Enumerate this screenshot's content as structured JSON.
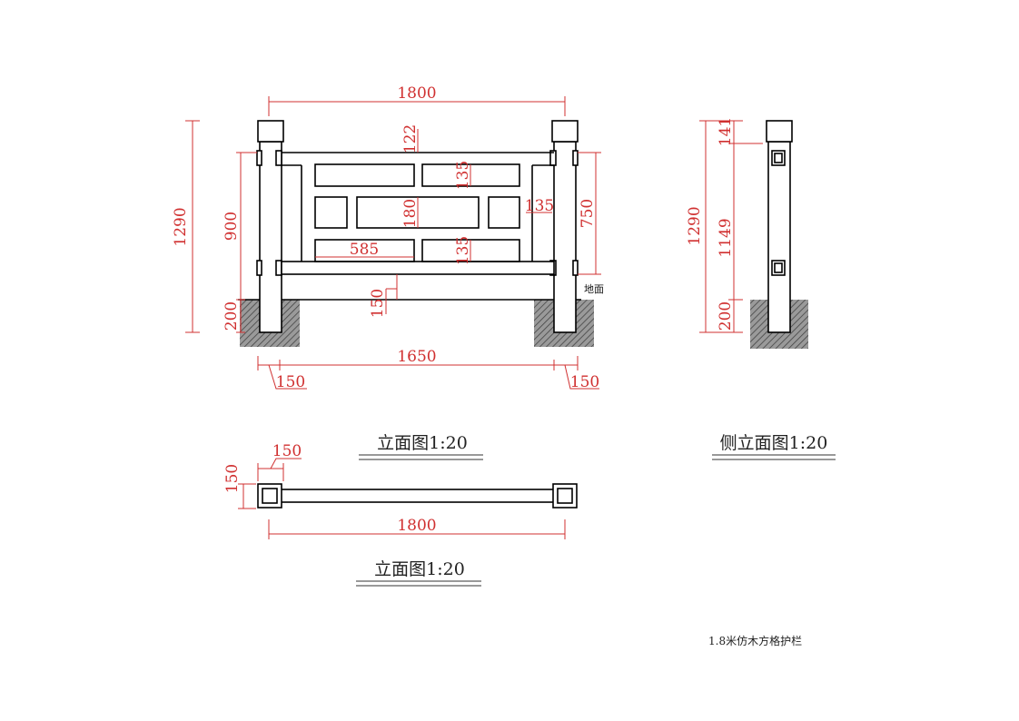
{
  "colors": {
    "dimension": "#d03030",
    "outline": "#000000",
    "caption": "#222222"
  },
  "elevation": {
    "overall_width": "1800",
    "total_height": "1290",
    "rail_height": "900",
    "footing_depth": "200",
    "panel_height": "750",
    "top_gap": "122",
    "upper_row": "135",
    "middle_row": "180",
    "lower_row": "135",
    "side_gap": "135",
    "long_panel": "585",
    "bottom_gap": "150",
    "ground_label": "地面",
    "post_spacing": "1650",
    "left_post": "150",
    "right_post": "150",
    "caption": "立面图1:20"
  },
  "side_elevation": {
    "cap_height": "141",
    "total_height": "1290",
    "shaft_height": "1149",
    "footing_depth": "200",
    "caption": "侧立面图1:20"
  },
  "plan": {
    "post_width": "150",
    "post_depth": "150",
    "overall_width": "1800",
    "caption": "立面图1:20"
  },
  "title_note": "1.8米仿木方格护栏"
}
